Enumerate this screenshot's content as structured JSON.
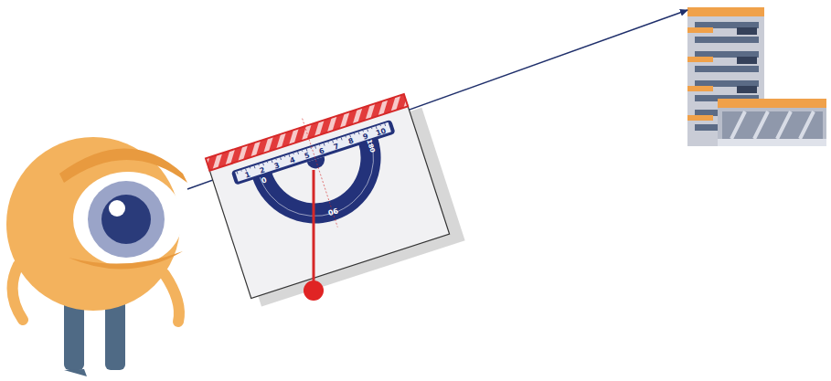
{
  "diagram": {
    "labels": [
      "1",
      "2",
      "3",
      "4",
      "5",
      "6",
      "7",
      "8",
      "9",
      "10",
      "0",
      "90",
      "180"
    ]
  }
}
